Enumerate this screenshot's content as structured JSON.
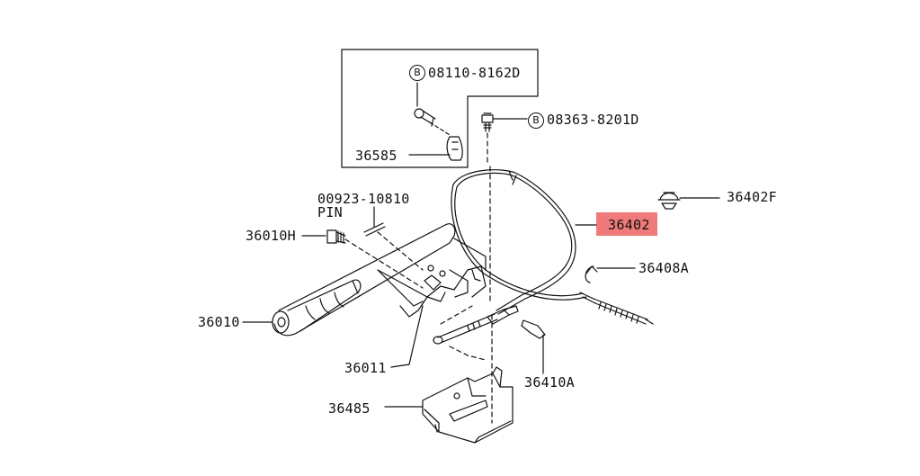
{
  "diagram": {
    "labels": {
      "part_08110": "08110-8162D",
      "part_08363": "08363-8201D",
      "part_36585": "36585",
      "part_00923": "00923-10810",
      "pin": "PIN",
      "part_36402F": "36402F",
      "part_36402": "36402",
      "part_36010H": "36010H",
      "part_36408A": "36408A",
      "part_36010": "36010",
      "part_36011": "36011",
      "part_36410A": "36410A",
      "part_36485": "36485",
      "bolt_marker": "B"
    },
    "colors": {
      "line": "#111111",
      "highlight": "#f07a7a",
      "background": "#ffffff"
    }
  }
}
